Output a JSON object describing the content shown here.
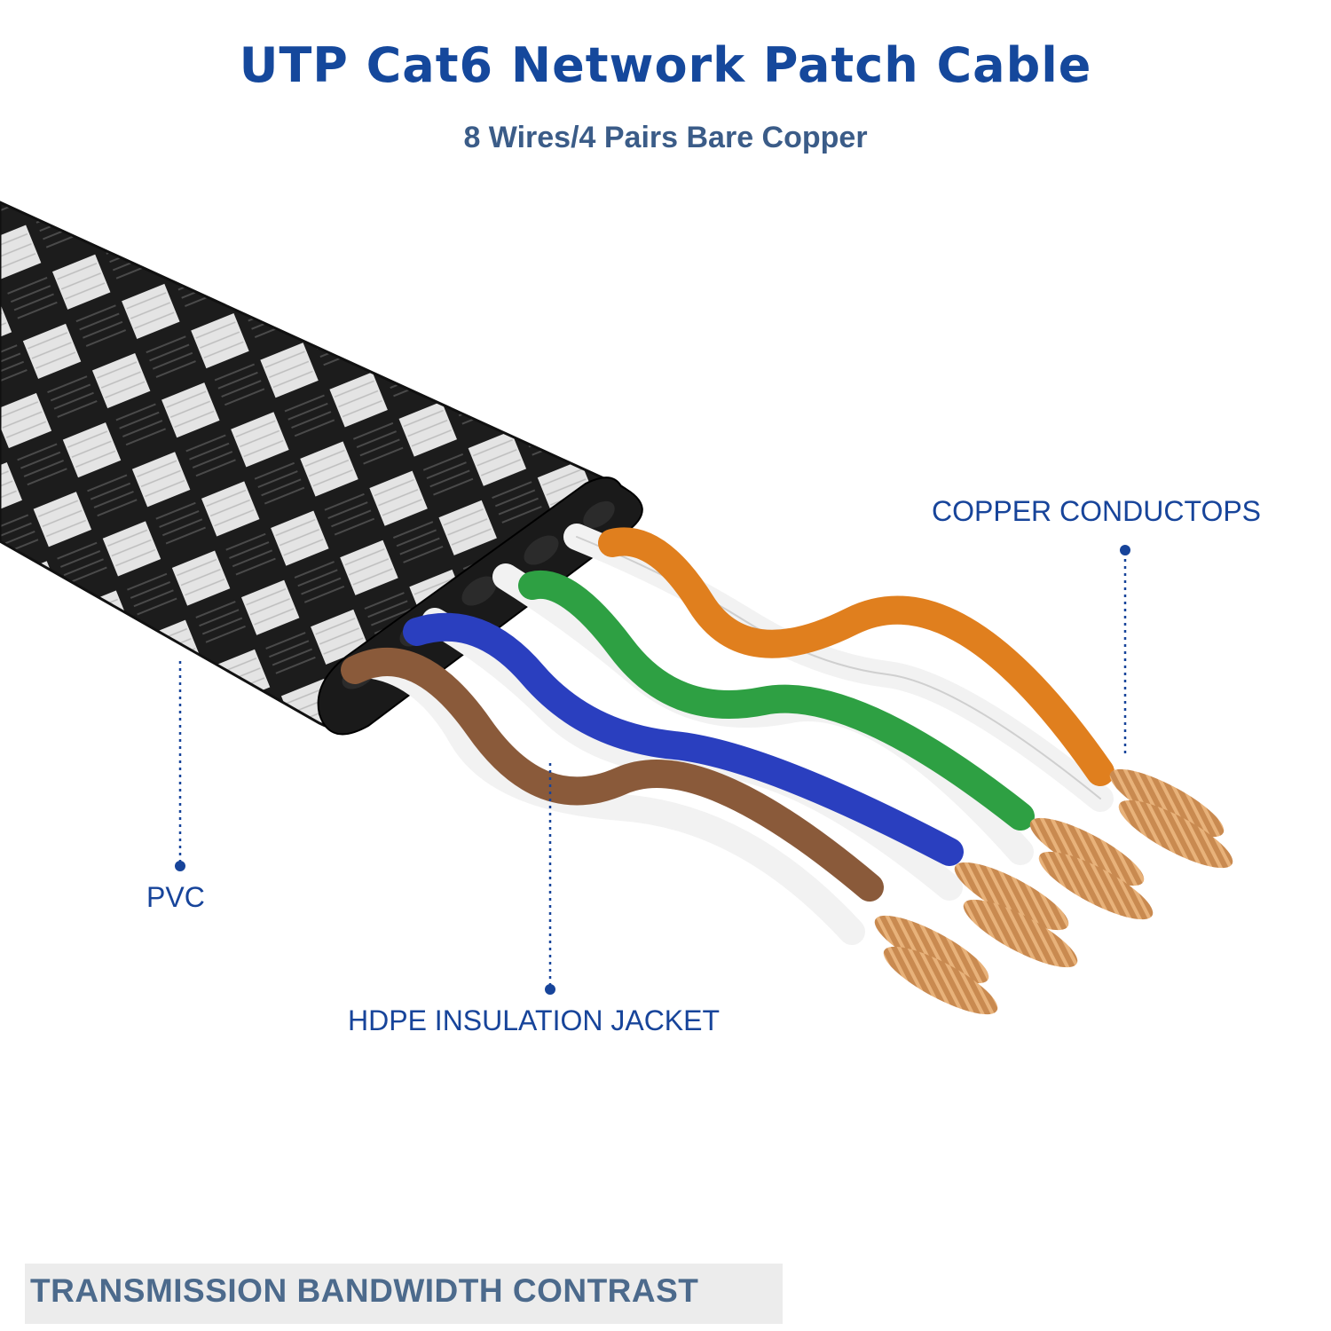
{
  "header": {
    "title": "UTP Cat6 Network Patch Cable",
    "subtitle": "8 Wires/4 Pairs Bare Copper"
  },
  "callouts": {
    "copper": "COPPER CONDUCTOPS",
    "pvc": "PVC",
    "hdpe": "HDPE INSULATION JACKET"
  },
  "footer": {
    "label": "TRANSMISSION BANDWIDTH CONTRAST"
  },
  "colors": {
    "title": "#15489c",
    "callout": "#17449a",
    "braid_dark": "#202020",
    "braid_light": "#e6e6e6",
    "wire_orange": "#e07f1e",
    "wire_green": "#2ea043",
    "wire_blue": "#2a3fbf",
    "wire_brown": "#8a5a3a",
    "wire_white": "#f4f4f4",
    "copper": "#c88a52"
  }
}
